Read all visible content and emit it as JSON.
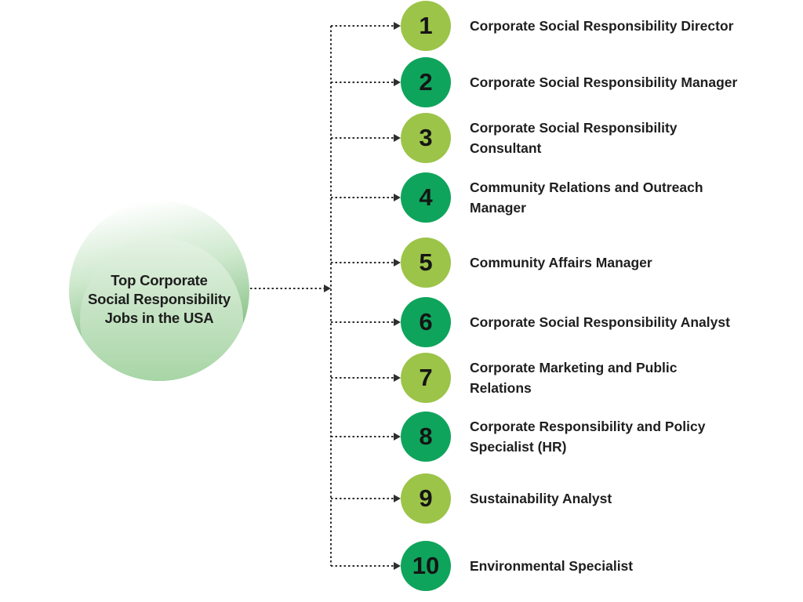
{
  "colors": {
    "light_green": "#9CC449",
    "dark_green": "#0FA45C",
    "line": "#2e2e2e",
    "text": "#1e1e1e",
    "bubble_top": "#FDFEFD",
    "bubble_mid": "#CDE8CC",
    "bubble_bottom": "#4FA34F",
    "bubble_inner_top": "#E4F2E3",
    "bubble_inner_bottom": "#9FD19D"
  },
  "center": {
    "title": "Top Corporate Social Responsibility Jobs in the USA",
    "title_lines": [
      "Top Corporate",
      "Social Responsibility",
      "Jobs in the USA"
    ]
  },
  "items": [
    {
      "number": "1",
      "variant": "light",
      "label": "Corporate Social Responsibility Director",
      "label_lines": [
        "Corporate Social Responsibility Director"
      ]
    },
    {
      "number": "2",
      "variant": "dark",
      "label": "Corporate Social Responsibility Manager",
      "label_lines": [
        "Corporate Social Responsibility Manager"
      ]
    },
    {
      "number": "3",
      "variant": "light",
      "label": "Corporate Social Responsibility Consultant",
      "label_lines": [
        "Corporate Social Responsibility",
        "Consultant"
      ]
    },
    {
      "number": "4",
      "variant": "dark",
      "label": "Community Relations and Outreach Manager",
      "label_lines": [
        "Community Relations and Outreach",
        "Manager"
      ]
    },
    {
      "number": "5",
      "variant": "light",
      "label": "Community Affairs Manager",
      "label_lines": [
        "Community Affairs Manager"
      ]
    },
    {
      "number": "6",
      "variant": "dark",
      "label": "Corporate Social Responsibility Analyst",
      "label_lines": [
        "Corporate Social Responsibility Analyst"
      ]
    },
    {
      "number": "7",
      "variant": "light",
      "label": "Corporate Marketing and Public Relations",
      "label_lines": [
        "Corporate Marketing and Public",
        "Relations"
      ]
    },
    {
      "number": "8",
      "variant": "dark",
      "label": "Corporate Responsibility and Policy Specialist (HR)",
      "label_lines": [
        "Corporate Responsibility and Policy",
        "Specialist (HR)"
      ]
    },
    {
      "number": "9",
      "variant": "light",
      "label": "Sustainability Analyst",
      "label_lines": [
        "Sustainability Analyst"
      ]
    },
    {
      "number": "10",
      "variant": "dark",
      "label": "Environmental Specialist",
      "label_lines": [
        "Environmental Specialist"
      ]
    }
  ]
}
